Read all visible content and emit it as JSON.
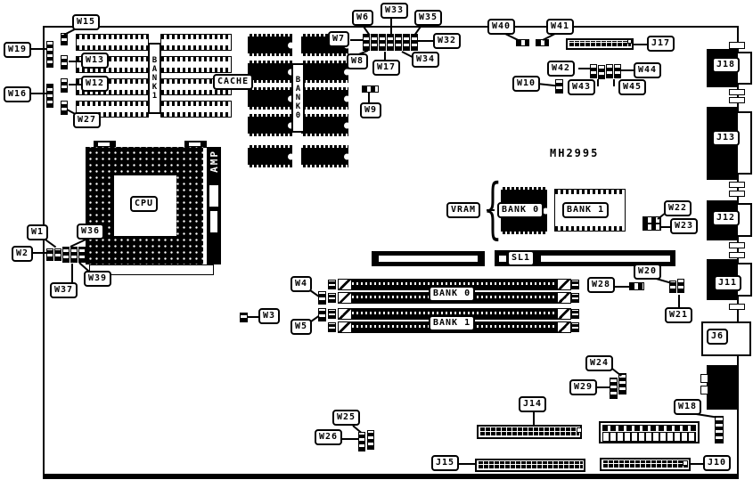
{
  "board": {
    "part_number": "MH2995",
    "brace": "{"
  },
  "labels": {
    "W1": "W1",
    "W2": "W2",
    "W3": "W3",
    "W4": "W4",
    "W5": "W5",
    "W6": "W6",
    "W7": "W7",
    "W8": "W8",
    "W9": "W9",
    "W10": "W10",
    "W12": "W12",
    "W13": "W13",
    "W15": "W15",
    "W16": "W16",
    "W17": "W17",
    "W18": "W18",
    "W19": "W19",
    "W20": "W20",
    "W21": "W21",
    "W22": "W22",
    "W23": "W23",
    "W24": "W24",
    "W25": "W25",
    "W26": "W26",
    "W27": "W27",
    "W28": "W28",
    "W29": "W29",
    "W32": "W32",
    "W33": "W33",
    "W34": "W34",
    "W35": "W35",
    "W36": "W36",
    "W37": "W37",
    "W39": "W39",
    "W40": "W40",
    "W41": "W41",
    "W42": "W42",
    "W43": "W43",
    "W44": "W44",
    "W45": "W45",
    "J6": "J6",
    "J10": "J10",
    "J11": "J11",
    "J12": "J12",
    "J13": "J13",
    "J14": "J14",
    "J15": "J15",
    "J17": "J17",
    "J18": "J18"
  },
  "components": {
    "cpu": "CPU",
    "amp": "AMP",
    "cache": "CACHE",
    "vram": "VRAM",
    "sl1": "SL1",
    "cache_bank": "BANK1",
    "dram_bank": "BANK0",
    "vram_bank0": "BANK 0",
    "vram_bank1": "BANK 1",
    "simm_bank0": "BANK 0",
    "simm_bank1": "BANK 1"
  }
}
